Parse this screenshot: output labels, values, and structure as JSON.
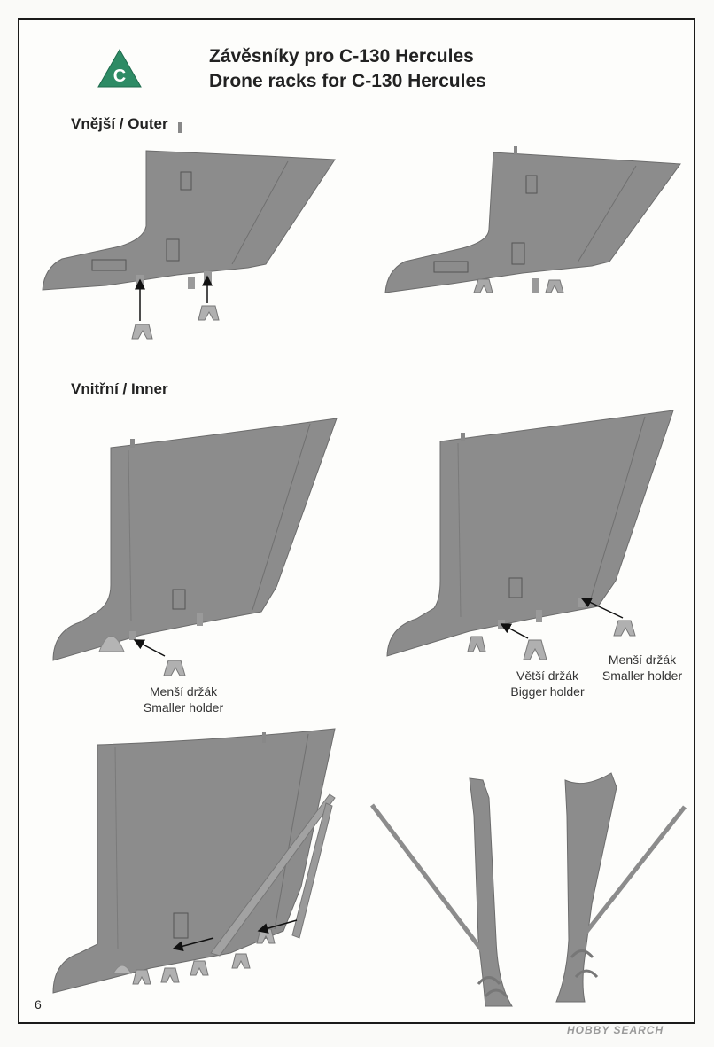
{
  "badge": {
    "letter": "C",
    "color": "#2e8b65"
  },
  "header": {
    "title_cz": "Závěsníky pro C-130 Hercules",
    "title_en": "Drone racks for C-130 Hercules"
  },
  "sections": {
    "outer": "Vnější / Outer",
    "inner": "Vnitřní / Inner"
  },
  "labels": {
    "smaller_cz": "Menší držák",
    "smaller_en": "Smaller holder",
    "bigger_cz": "Větší držák",
    "bigger_en": "Bigger holder"
  },
  "page_number": "6",
  "watermark": "HOBBY SEARCH",
  "colors": {
    "part_fill": "#8c8c8c",
    "part_stroke": "#6c6c6c",
    "frame": "#1a1a1a"
  }
}
